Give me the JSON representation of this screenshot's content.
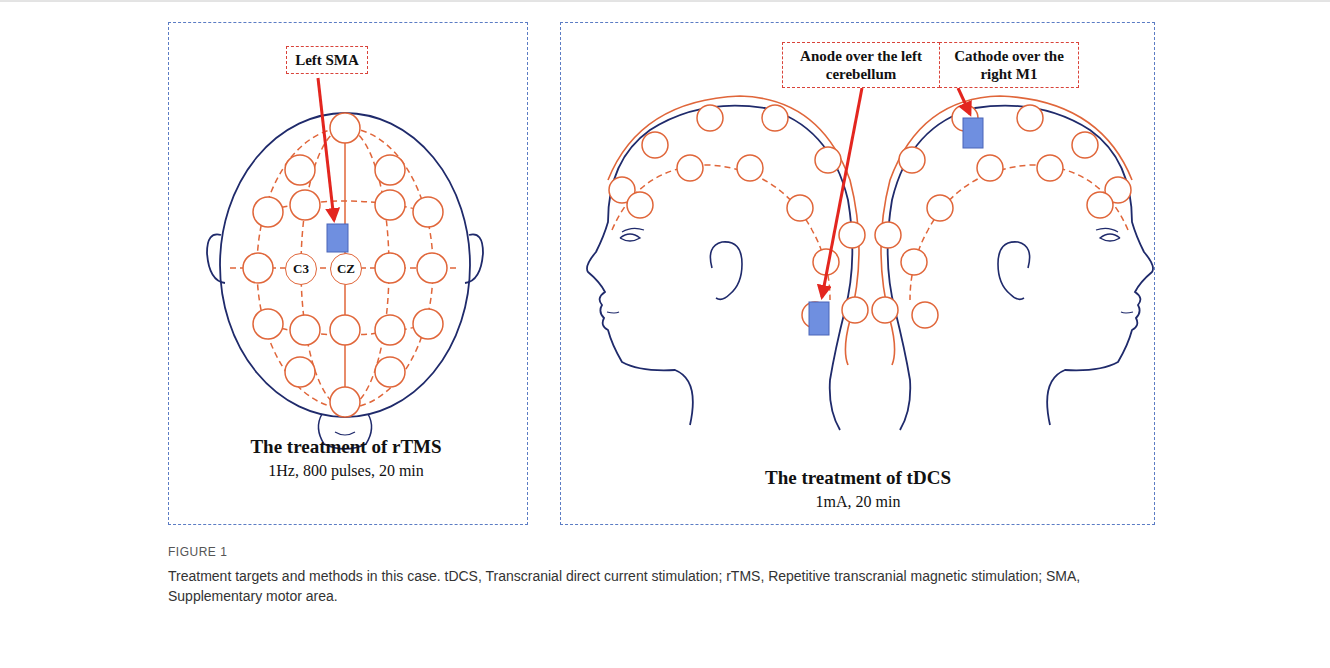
{
  "diagram": {
    "caption": "Treatment targets and methods in this case. tDCS, Transcranial direct current stimulation; rTMS, Repetitive transcranial magnetic stimulation; SMA, Supplementary motor area.",
    "nodes": [
      {
        "text": [
          "The treatment of rTMS",
          "1Hz, 800 pulses, 20 min"
        ]
      },
      {
        "text": [
          "Left SMA"
        ],
        "in": 0
      },
      {
        "text": [
          "C3"
        ],
        "in": 0
      },
      {
        "text": [
          "CZ"
        ],
        "in": 0
      },
      {
        "text": [
          "The treatment of tDCS",
          "1mA, 20 min"
        ]
      },
      {
        "text": [
          "Anode over the left cerebellum"
        ],
        "in": 4
      },
      {
        "text": [
          "Cathode over the right M1"
        ],
        "in": 4
      }
    ],
    "labels": [
      "FIGURE 1"
    ]
  }
}
